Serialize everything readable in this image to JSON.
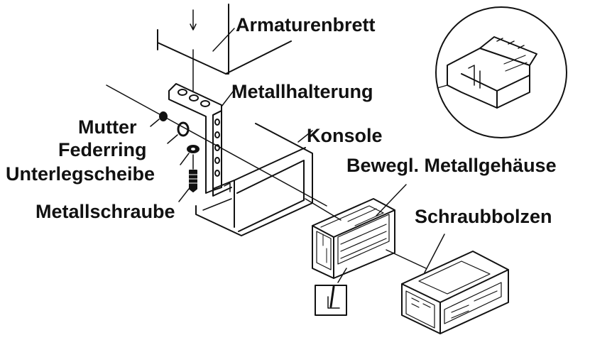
{
  "labels": {
    "dashboard": "Armaturenbrett",
    "metal_bracket": "Metallhalterung",
    "nut": "Mutter",
    "spring_washer": "Federring",
    "washer": "Unterlegscheibe",
    "console": "Konsole",
    "movable_metal_housing": "Bewegl. Metallgehäuse",
    "metal_screw": "Metallschraube",
    "screw_bolt": "Schraubbolzen"
  },
  "colors": {
    "ink": "#111111",
    "background": "#ffffff"
  }
}
